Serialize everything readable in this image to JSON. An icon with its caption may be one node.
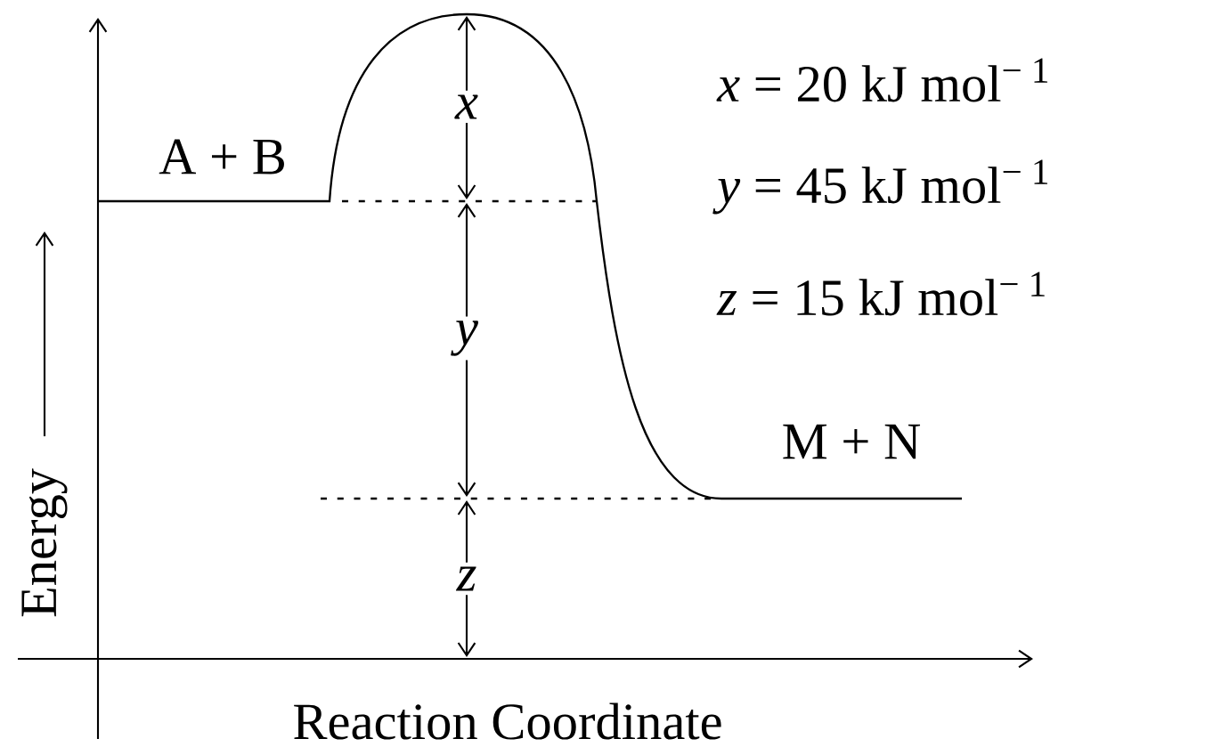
{
  "diagram": {
    "labels": [
      "*x*",
      "*x* = 20 kJ mol$^{− 1}$",
      "A + B",
      "*y* = 45 kJ mol$^{− 1}$",
      "*z* = 15 kJ mol$^{− 1}$",
      "*y*",
      "Energy",
      "M + N",
      "*z*",
      "Reaction Coordinate"
    ]
  }
}
